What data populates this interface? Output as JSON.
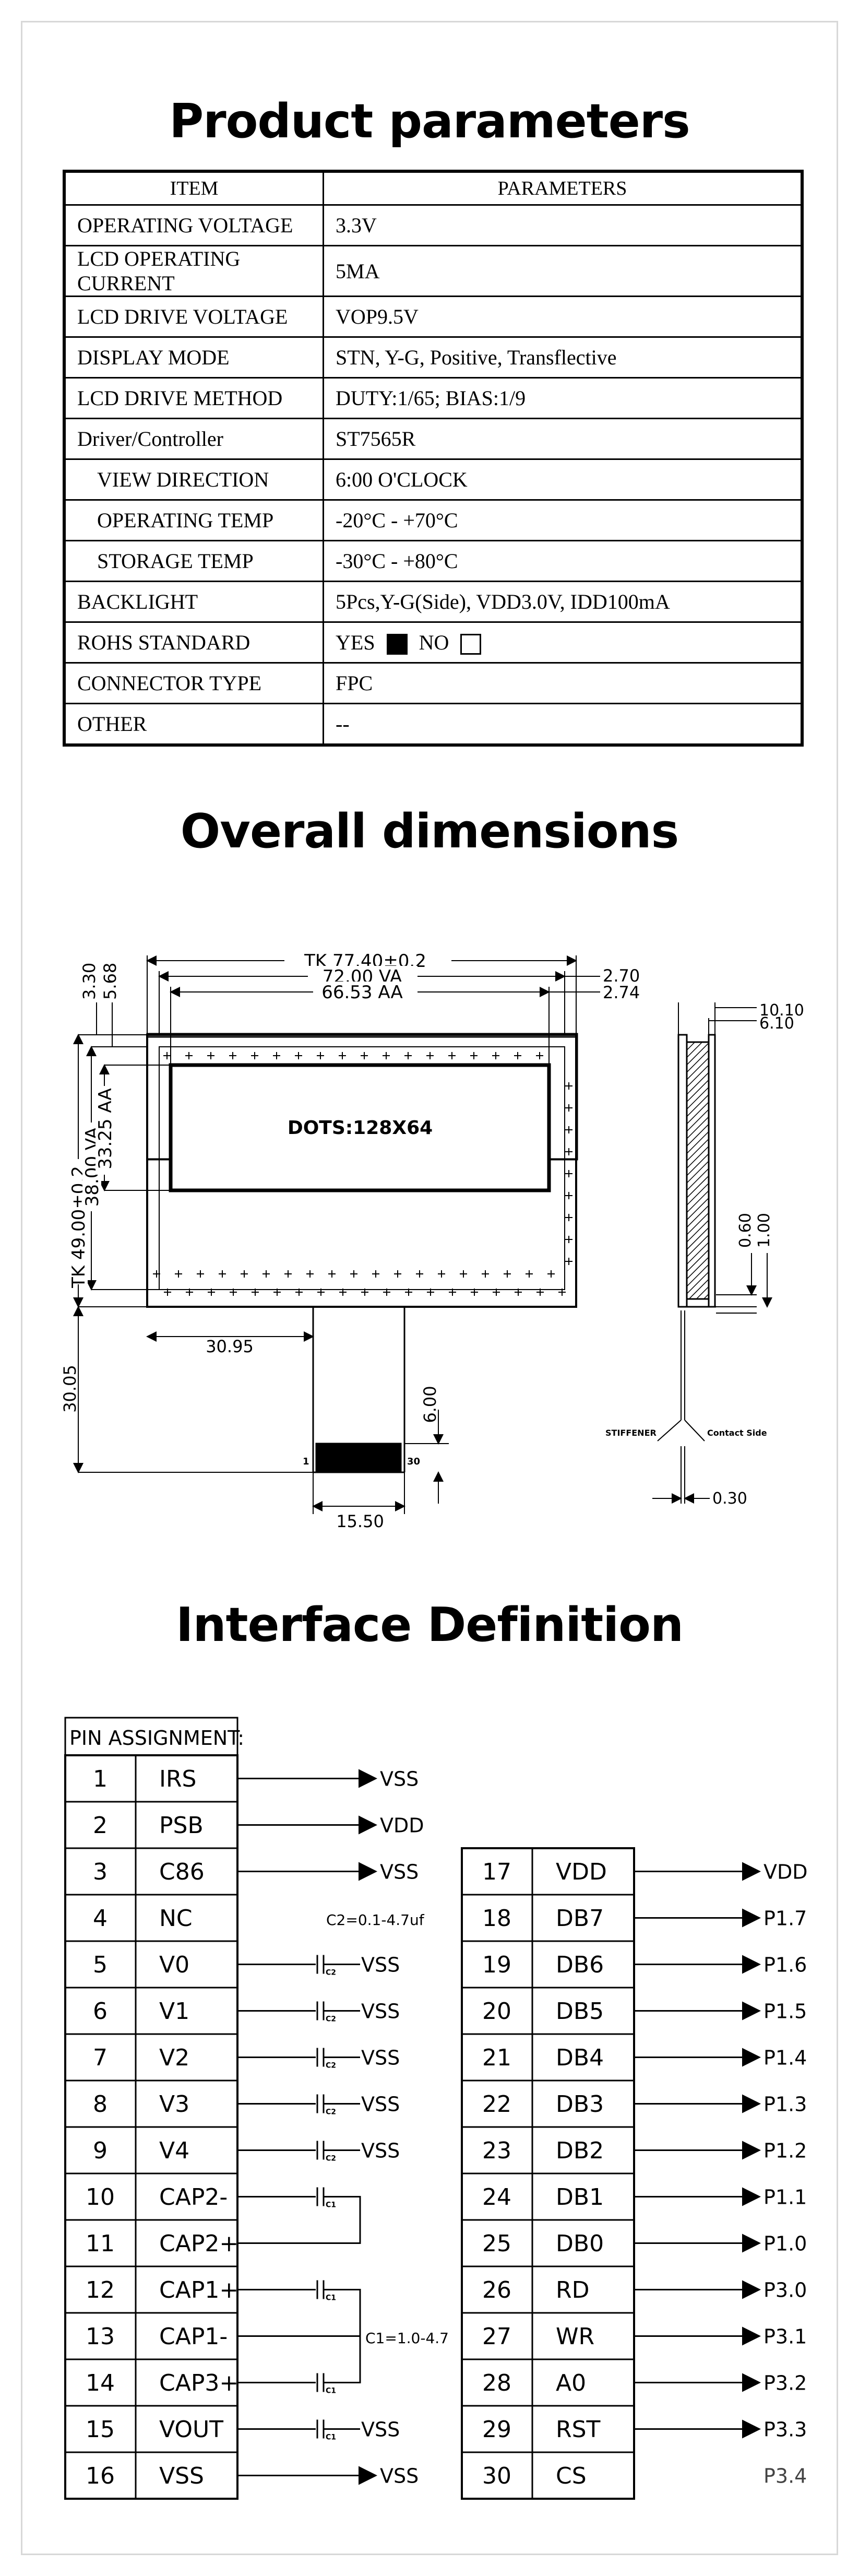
{
  "sections": {
    "params_title": "Product parameters",
    "dims_title": "Overall dimensions",
    "iface_title": "Interface Definition"
  },
  "params_table": {
    "header_item": "ITEM",
    "header_value": "PARAMETERS",
    "rows": [
      {
        "item": "OPERATING VOLTAGE",
        "value": "3.3V"
      },
      {
        "item": "LCD OPERATING CURRENT",
        "value": "5MA"
      },
      {
        "item": "LCD DRIVE VOLTAGE",
        "value": "VOP9.5V"
      },
      {
        "item": "DISPLAY MODE",
        "value": "STN, Y-G, Positive, Transflective"
      },
      {
        "item": "LCD DRIVE METHOD",
        "value": "DUTY:1/65; BIAS:1/9"
      },
      {
        "item": "Driver/Controller",
        "value": "ST7565R"
      },
      {
        "item": "VIEW DIRECTION",
        "value": "6:00 O'CLOCK"
      },
      {
        "item": "OPERATING TEMP",
        "value": "-20°C - +70°C"
      },
      {
        "item": "STORAGE TEMP",
        "value": "-30°C - +80°C"
      },
      {
        "item": "BACKLIGHT",
        "value": "5Pcs,Y-G(Side), VDD3.0V, IDD100mA"
      },
      {
        "item": "ROHS STANDARD",
        "value": ""
      },
      {
        "item": "CONNECTOR TYPE",
        "value": "FPC"
      },
      {
        "item": "OTHER",
        "value": "--"
      }
    ],
    "rohs": {
      "yes": "YES",
      "no": "NO",
      "selected": "YES"
    }
  },
  "dimensions": {
    "tk_width": "TK  77.40±0.2",
    "va_width": "72.00  VA",
    "aa_width": "66.53  AA",
    "right_offset_1": "2.70",
    "right_offset_2": "2.74",
    "left_offset_1": "3.30",
    "left_offset_2": "5.68",
    "tk_height": "TK  49.00±0.2",
    "va_height": "38.00  VA",
    "aa_height": "33.25  AA",
    "dots": "DOTS:128X64",
    "fpc_offset": "30.95",
    "fpc_length": "30.05",
    "fpc_width": "15.50",
    "fpc_stiffener": "6.00",
    "fpc_pin_first": "1",
    "fpc_pin_last": "30",
    "side_thick_1": "10.10",
    "side_thick_2": "6.10",
    "side_small_1": "0.60",
    "side_small_2": "1.00",
    "fpc_thick": "0.30",
    "label_stiffener": "STIFFENER",
    "label_contact": "Contact Side"
  },
  "interface": {
    "header": "PIN ASSIGNMENT:",
    "cap_note_c2": "C2=0.1-4.7uf",
    "cap_note_c1": "C1=1.0-4.7",
    "left_pins": [
      {
        "num": "1",
        "name": "IRS",
        "conn": "VSS"
      },
      {
        "num": "2",
        "name": "PSB",
        "conn": "VDD"
      },
      {
        "num": "3",
        "name": "C86",
        "conn": "VSS"
      },
      {
        "num": "4",
        "name": "NC",
        "conn": ""
      },
      {
        "num": "5",
        "name": "V0",
        "conn": "VSS"
      },
      {
        "num": "6",
        "name": "V1",
        "conn": "VSS"
      },
      {
        "num": "7",
        "name": "V2",
        "conn": "VSS"
      },
      {
        "num": "8",
        "name": "V3",
        "conn": "VSS"
      },
      {
        "num": "9",
        "name": "V4",
        "conn": "VSS"
      },
      {
        "num": "10",
        "name": "CAP2-",
        "conn": ""
      },
      {
        "num": "11",
        "name": "CAP2+",
        "conn": ""
      },
      {
        "num": "12",
        "name": "CAP1+",
        "conn": ""
      },
      {
        "num": "13",
        "name": "CAP1-",
        "conn": ""
      },
      {
        "num": "14",
        "name": "CAP3+",
        "conn": ""
      },
      {
        "num": "15",
        "name": "VOUT",
        "conn": "VSS"
      },
      {
        "num": "16",
        "name": "VSS",
        "conn": "VSS"
      }
    ],
    "right_pins": [
      {
        "num": "17",
        "name": "VDD",
        "conn": "VDD"
      },
      {
        "num": "18",
        "name": "DB7",
        "conn": "P1.7"
      },
      {
        "num": "19",
        "name": "DB6",
        "conn": "P1.6"
      },
      {
        "num": "20",
        "name": "DB5",
        "conn": "P1.5"
      },
      {
        "num": "21",
        "name": "DB4",
        "conn": "P1.4"
      },
      {
        "num": "22",
        "name": "DB3",
        "conn": "P1.3"
      },
      {
        "num": "23",
        "name": "DB2",
        "conn": "P1.2"
      },
      {
        "num": "24",
        "name": "DB1",
        "conn": "P1.1"
      },
      {
        "num": "25",
        "name": "DB0",
        "conn": "P1.0"
      },
      {
        "num": "26",
        "name": "RD",
        "conn": "P3.0"
      },
      {
        "num": "27",
        "name": "WR",
        "conn": "P3.1"
      },
      {
        "num": "28",
        "name": "A0",
        "conn": "P3.2"
      },
      {
        "num": "29",
        "name": "RST",
        "conn": "P3.3"
      },
      {
        "num": "30",
        "name": "CS",
        "conn": "P3.4"
      }
    ]
  }
}
